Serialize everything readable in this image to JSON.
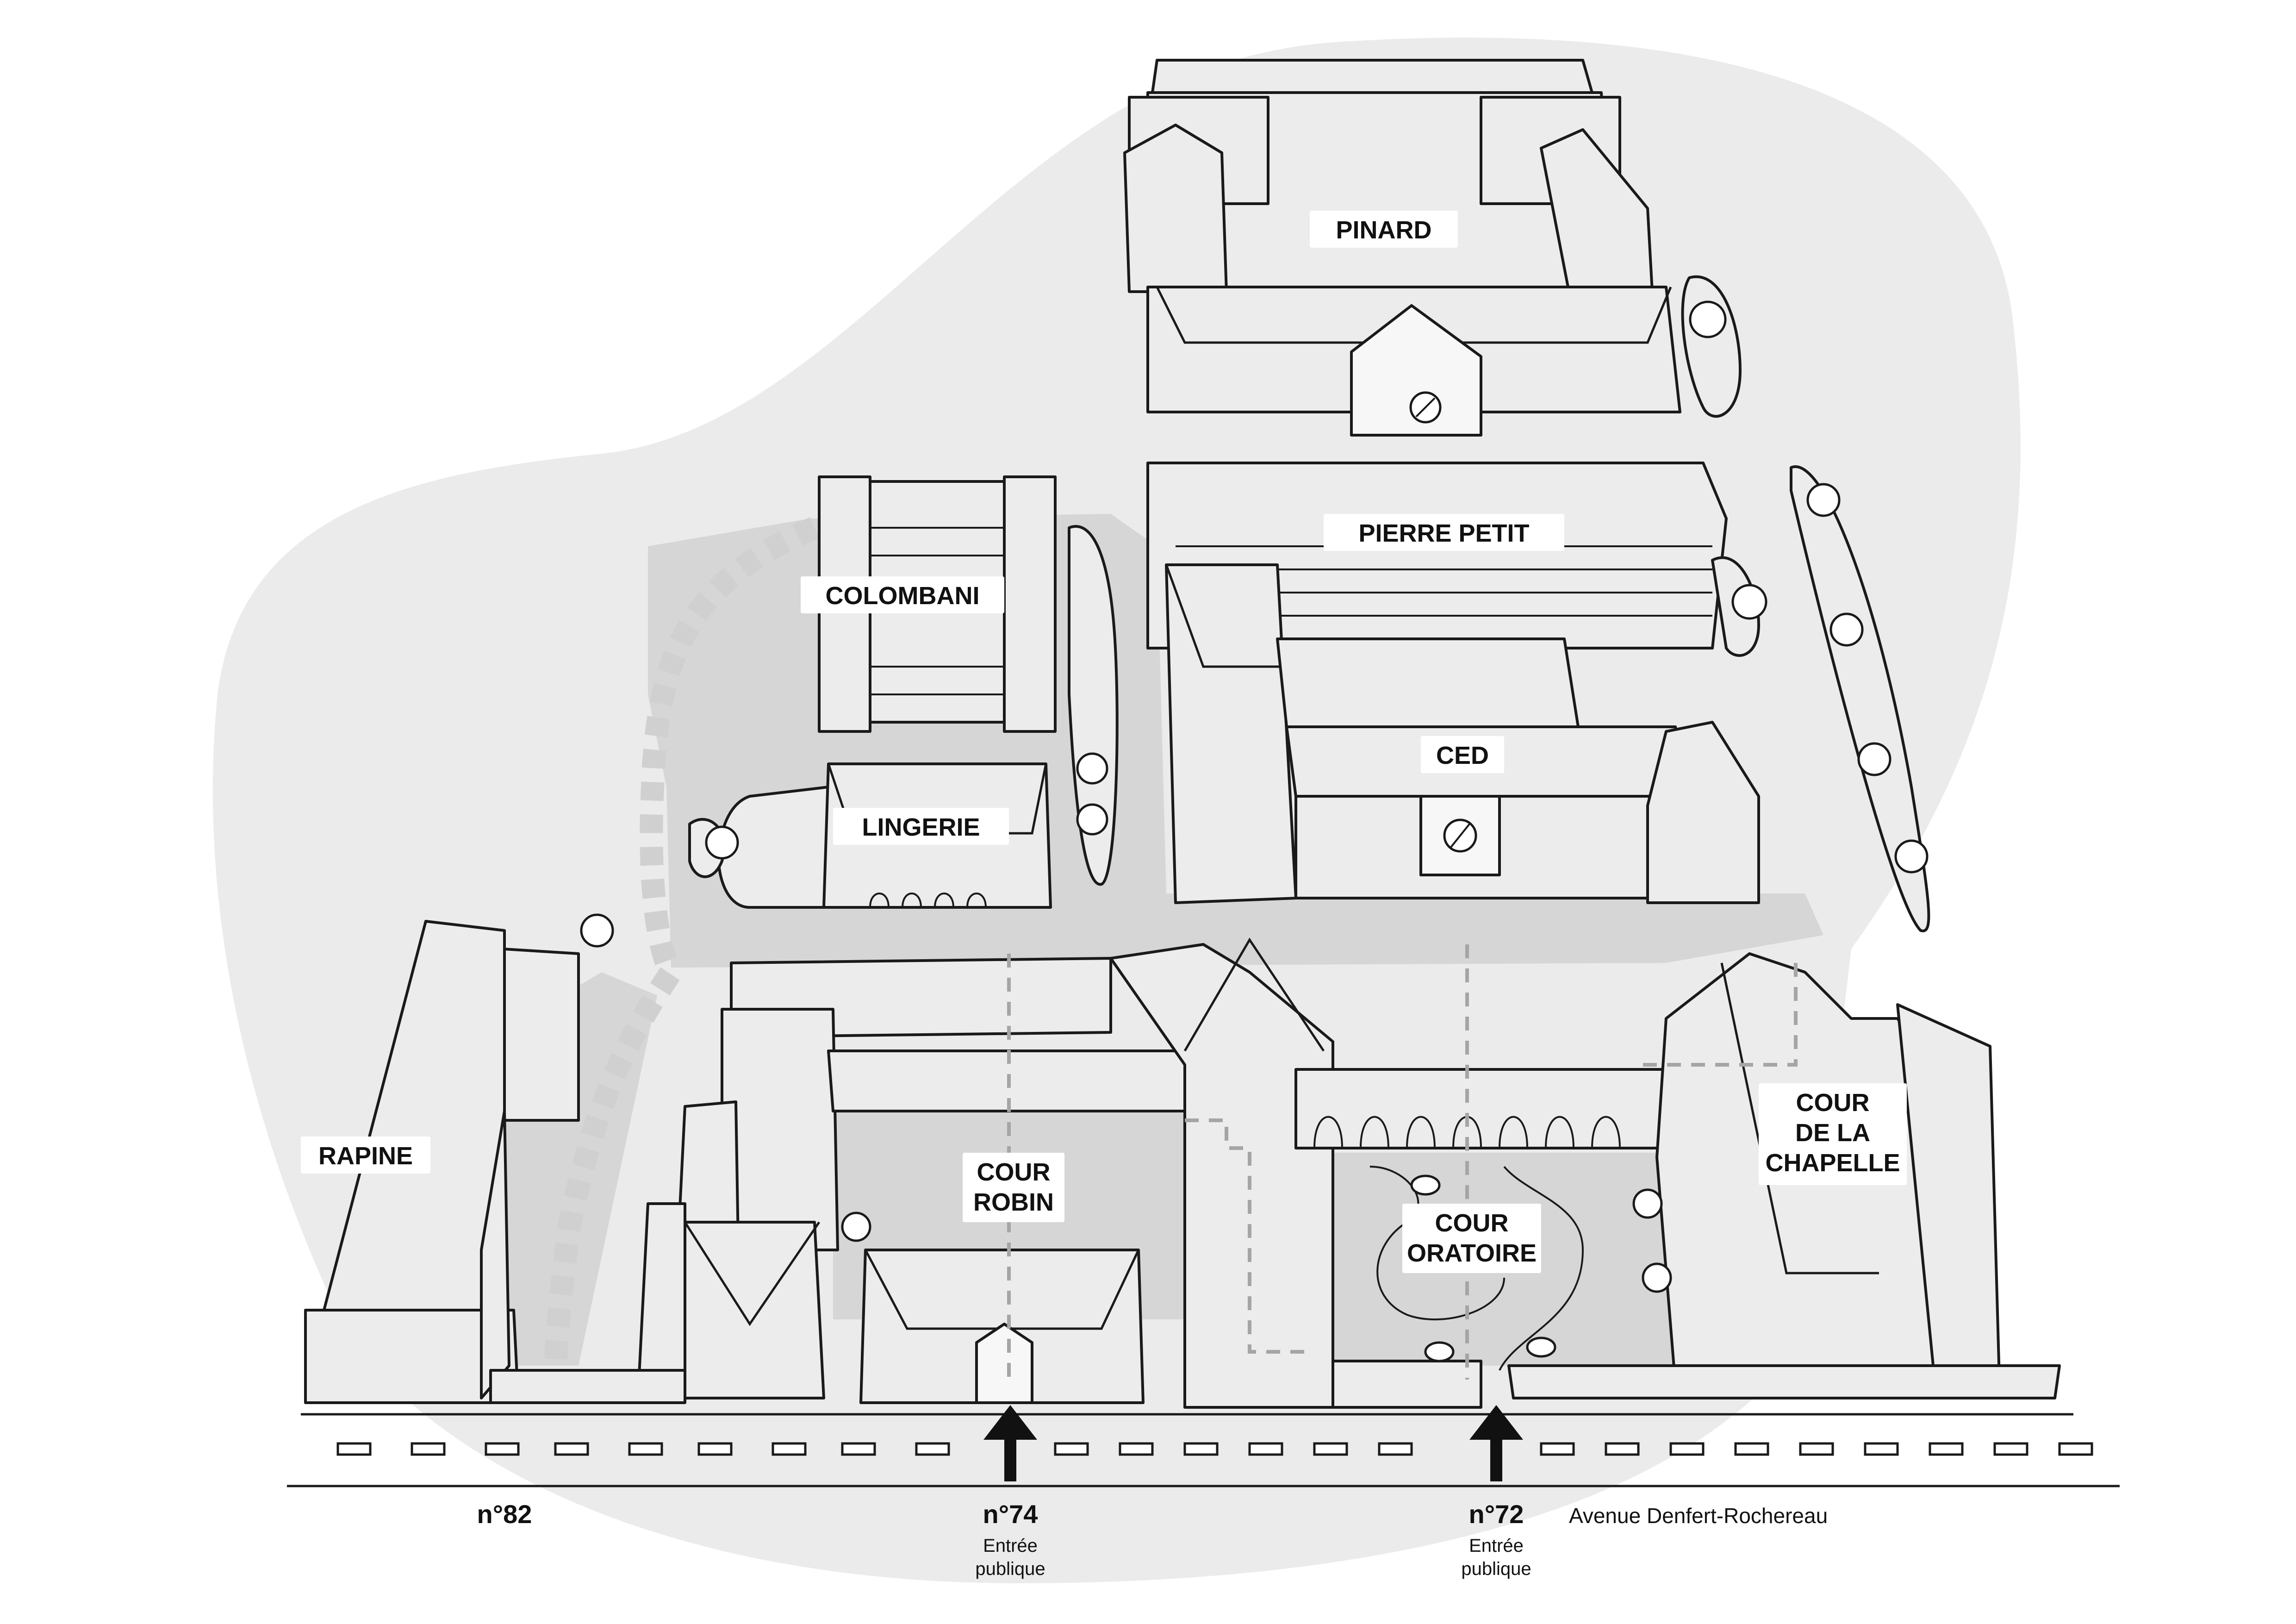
{
  "buildings": {
    "pinard": "PINARD",
    "pierre_petit": "PIERRE PETIT",
    "colombani": "COLOMBANI",
    "ced": "CED",
    "lingerie": "LINGERIE",
    "rapine": "RAPINE",
    "cour_robin": [
      "COUR",
      "ROBIN"
    ],
    "cour_oratoire": [
      "COUR",
      "ORATOIRE"
    ],
    "cour_chapelle": [
      "COUR",
      "DE LA",
      "CHAPELLE"
    ]
  },
  "addresses": {
    "n82": "n°82",
    "n74": "n°74",
    "n74_entree": [
      "Entrée",
      "publique"
    ],
    "n72": "n°72",
    "n72_entree": [
      "Entrée",
      "publique"
    ],
    "street": "Avenue Denfert-Rochereau"
  },
  "colors": {
    "blob": "#ebebeb",
    "court": "#d6d6d6",
    "building": "#ececec",
    "ink": "#1a1a1a"
  }
}
